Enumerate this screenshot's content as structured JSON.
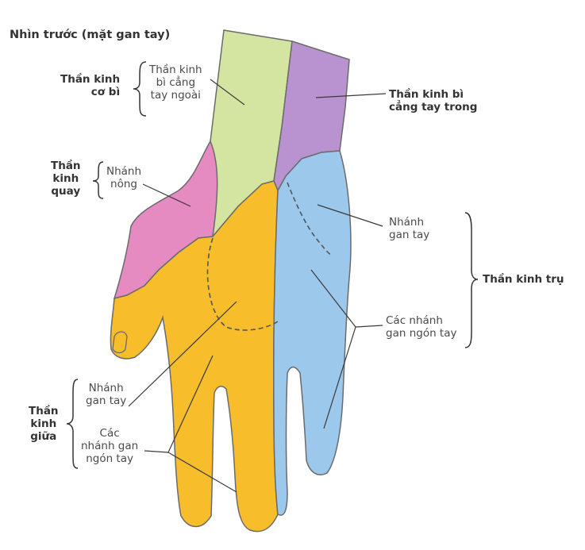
{
  "title": "Nhìn trước (mặt gan tay)",
  "regions": {
    "musculocutaneous": {
      "group": "Thần kinh cơ bì",
      "branch": "Thần kinh bì cẳng tay ngoài",
      "color": "#d4e5a2"
    },
    "medial_cutaneous": {
      "label": "Thần kinh bì cẳng tay trong",
      "color": "#b893cf"
    },
    "radial": {
      "group": "Thần kinh quay",
      "branch": "Nhánh nông",
      "color": "#e68ac2"
    },
    "median": {
      "group": "Thần kinh giữa",
      "palmar": "Nhánh gan tay",
      "digital": "Các nhánh gan ngón tay",
      "color": "#f7bd2a"
    },
    "ulnar": {
      "group": "Thần kinh trụ",
      "palmar": "Nhánh gan tay",
      "digital": "Các nhánh gan ngón tay",
      "color": "#9cc8ec"
    }
  },
  "label_lines": {
    "title": [
      "Nhìn trước (mặt gan tay)"
    ],
    "musc_group": [
      "Thần kinh",
      "cơ bì"
    ],
    "musc_branch": [
      "Thần kinh",
      "bì cẳng",
      "tay ngoài"
    ],
    "medial": [
      "Thần kinh bì",
      "cẳng tay trong"
    ],
    "radial_group": [
      "Thần",
      "kinh",
      "quay"
    ],
    "radial_branch": [
      "Nhánh",
      "nông"
    ],
    "ulnar_palmar": [
      "Nhánh",
      "gan tay"
    ],
    "ulnar_group": [
      "Thần kinh trụ"
    ],
    "ulnar_digital": [
      "Các nhánh",
      "gan ngón tay"
    ],
    "median_palmar": [
      "Nhánh",
      "gan tay"
    ],
    "median_group": [
      "Thần",
      "kinh",
      "giữa"
    ],
    "median_digital": [
      "Các",
      "nhánh gan",
      "ngón tay"
    ]
  }
}
